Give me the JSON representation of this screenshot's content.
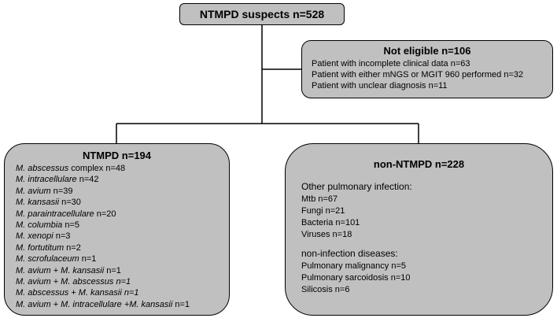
{
  "top_box": {
    "title": "NTMPD suspects  n=528"
  },
  "not_eligible": {
    "title": "Not eligible  n=106",
    "items": [
      {
        "text": "Patient with incomplete clinical data   n=63"
      },
      {
        "text": "Patient with either mNGS or MGIT 960 performed   n=32"
      },
      {
        "text": "Patient with unclear diagnosis   n=11"
      }
    ]
  },
  "ntmpd": {
    "title": "NTMPD  n=194",
    "items": [
      {
        "species": "M. abscessus",
        "rest": " complex  n=48"
      },
      {
        "species": "M. intracellulare",
        "rest": "  n=42"
      },
      {
        "species": "M. avium",
        "rest": "  n=39"
      },
      {
        "species": "M. kansasii",
        "rest": "  n=30"
      },
      {
        "species": "M. paraintracellulare",
        "rest": "   n=20"
      },
      {
        "species": "M. columbia",
        "rest": "  n=5"
      },
      {
        "species": "M. xenopi",
        "rest": "  n=3"
      },
      {
        "species": "M. fortutitum",
        "rest": "  n=2"
      },
      {
        "species": "M. scrofulaceum",
        "rest": "   n=1"
      },
      {
        "species": "M. avium + M. kansasii",
        "rest": "  n=1"
      },
      {
        "species": "M. avium + M. abscessus",
        "rest": "  n=1"
      },
      {
        "species": "M. abscessus + M. kansasii",
        "rest": "  n=1"
      },
      {
        "species": "M. avium + M. intracellulare +M. kansasii",
        "rest": "  n=1"
      }
    ]
  },
  "non_ntmpd": {
    "title": "non-NTMPD  n=228",
    "sections": [
      {
        "heading": "Other pulmonary infection:",
        "items": [
          {
            "text": "Mtb  n=67"
          },
          {
            "text": "Fungi  n=21"
          },
          {
            "text": "Bacteria  n=101"
          },
          {
            "text": "Viruses  n=18"
          }
        ]
      },
      {
        "heading": "non-infection diseases:",
        "items": [
          {
            "text": "Pulmonary malignancy  n=5"
          },
          {
            "text": "Pulmonary sarcoidosis  n=10"
          },
          {
            "text": "Silicosis  n=6"
          }
        ]
      }
    ]
  }
}
